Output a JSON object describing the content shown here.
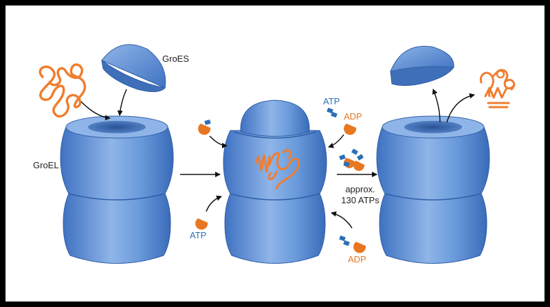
{
  "labels": {
    "groes": "GroES",
    "groel": "GroEL",
    "atp_top": "ATP",
    "adp_top": "ADP",
    "approx_line1": "approx.",
    "approx_line2": "130 ATPs",
    "atp_bottom": "ATP",
    "adp_bottom": "ADP"
  },
  "colors": {
    "chaperonin_blue": "#5b8fd4",
    "chaperonin_dark": "#2f5fa8",
    "protein_orange": "#f07d2e",
    "atp_blue": "#2a6fb5",
    "adp_orange": "#e87722",
    "frame": "#000000",
    "background": "#ffffff"
  }
}
